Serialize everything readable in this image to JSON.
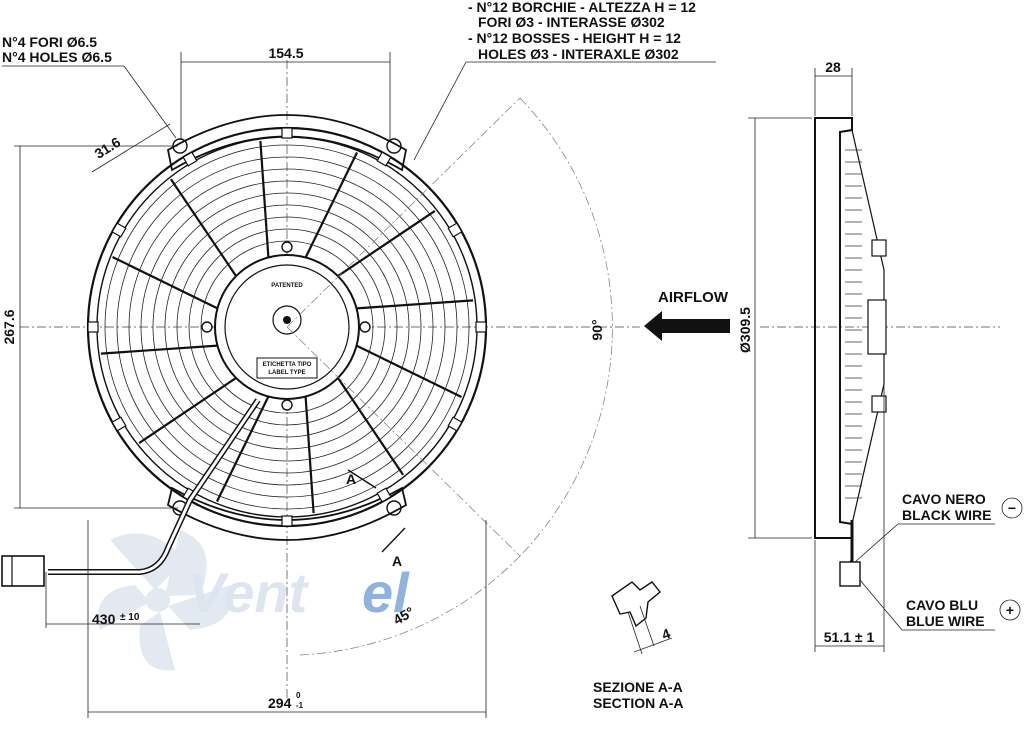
{
  "labels": {
    "holes_it": "N°4 FORI Ø6.5",
    "holes_en": "N°4 HOLES Ø6.5",
    "bosses_it_1": "- N°12 BORCHIE - ALTEZZA H = 12",
    "bosses_it_2": "FORI Ø3 - INTERASSE Ø302",
    "bosses_en_1": "- N°12 BOSSES - HEIGHT H = 12",
    "bosses_en_2": "HOLES Ø3 - INTERAXLE Ø302",
    "airflow": "AIRFLOW",
    "black_wire_it": "CAVO NERO",
    "black_wire_en": "BLACK WIRE",
    "blue_wire_it": "CAVO BLU",
    "blue_wire_en": "BLUE WIRE",
    "section_it": "SEZIONE A-A",
    "section_en": "SECTION A-A",
    "patented": "PATENTED",
    "label_type_1": "ETICHETTA TIPO",
    "label_type_2": "LABEL TYPE",
    "section_mark_1": "A",
    "section_mark_2": "A",
    "minus_sign": "−",
    "plus_sign": "+",
    "watermark_part1": "Vent",
    "watermark_part2": "el"
  },
  "dimensions": {
    "top_width": "154.5",
    "hole_spacing": "31.6",
    "height": "267.6",
    "angle_90": "90°",
    "angle_45": "45°",
    "cable_length": "430",
    "cable_tolerance": "± 10",
    "bottom_width": "294",
    "bottom_tol_upper": "0",
    "bottom_tol_lower": "-1",
    "depth": "28",
    "diameter": "Ø309.5",
    "overall_depth": "51.1 ± 1",
    "section_thickness": "4"
  },
  "colors": {
    "line": "#111111",
    "watermark_dark": "#dde6f0",
    "watermark_light": "#8fb3dc"
  }
}
